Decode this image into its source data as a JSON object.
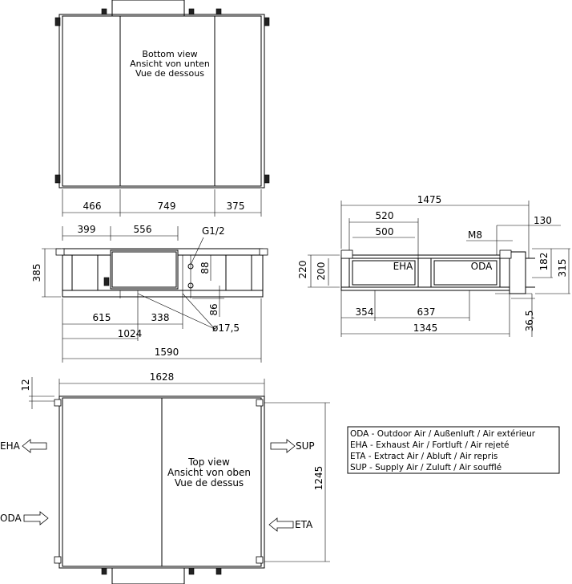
{
  "bottom_view": {
    "label_en": "Bottom view",
    "label_de": "Ansicht von unten",
    "label_fr": "Vue de dessous",
    "dims": [
      "466",
      "749",
      "375"
    ]
  },
  "side_view": {
    "g_label": "G1/2",
    "d399": "399",
    "d556": "556",
    "d385": "385",
    "d88": "88",
    "d86": "86",
    "d615": "615",
    "d338": "338",
    "d1024": "1024",
    "d1590": "1590",
    "d_dia": "ø17,5"
  },
  "front_view": {
    "d1475": "1475",
    "d520": "520",
    "d500": "500",
    "d130": "130",
    "m8": "M8",
    "d220": "220",
    "d200": "200",
    "d182": "182",
    "d315": "315",
    "eha": "EHA",
    "oda": "ODA",
    "d354": "354",
    "d637": "637",
    "d1345": "1345",
    "d36_5": "36,5"
  },
  "top_view": {
    "d1628": "1628",
    "d12": "12",
    "d1245": "1245",
    "label_en": "Top view",
    "label_de": "Ansicht von oben",
    "label_fr": "Vue de dessus",
    "arrow_eha": "EHA",
    "arrow_oda": "ODA",
    "arrow_sup": "SUP",
    "arrow_eta": "ETA"
  },
  "legend": [
    "ODA - Outdoor Air / Außenluft / Air extérieur",
    "EHA - Exhaust Air / Fortluft / Air rejeté",
    "ETA - Extract Air / Abluft / Air repris",
    "SUP - Supply Air / Zuluft / Air soufflé"
  ]
}
